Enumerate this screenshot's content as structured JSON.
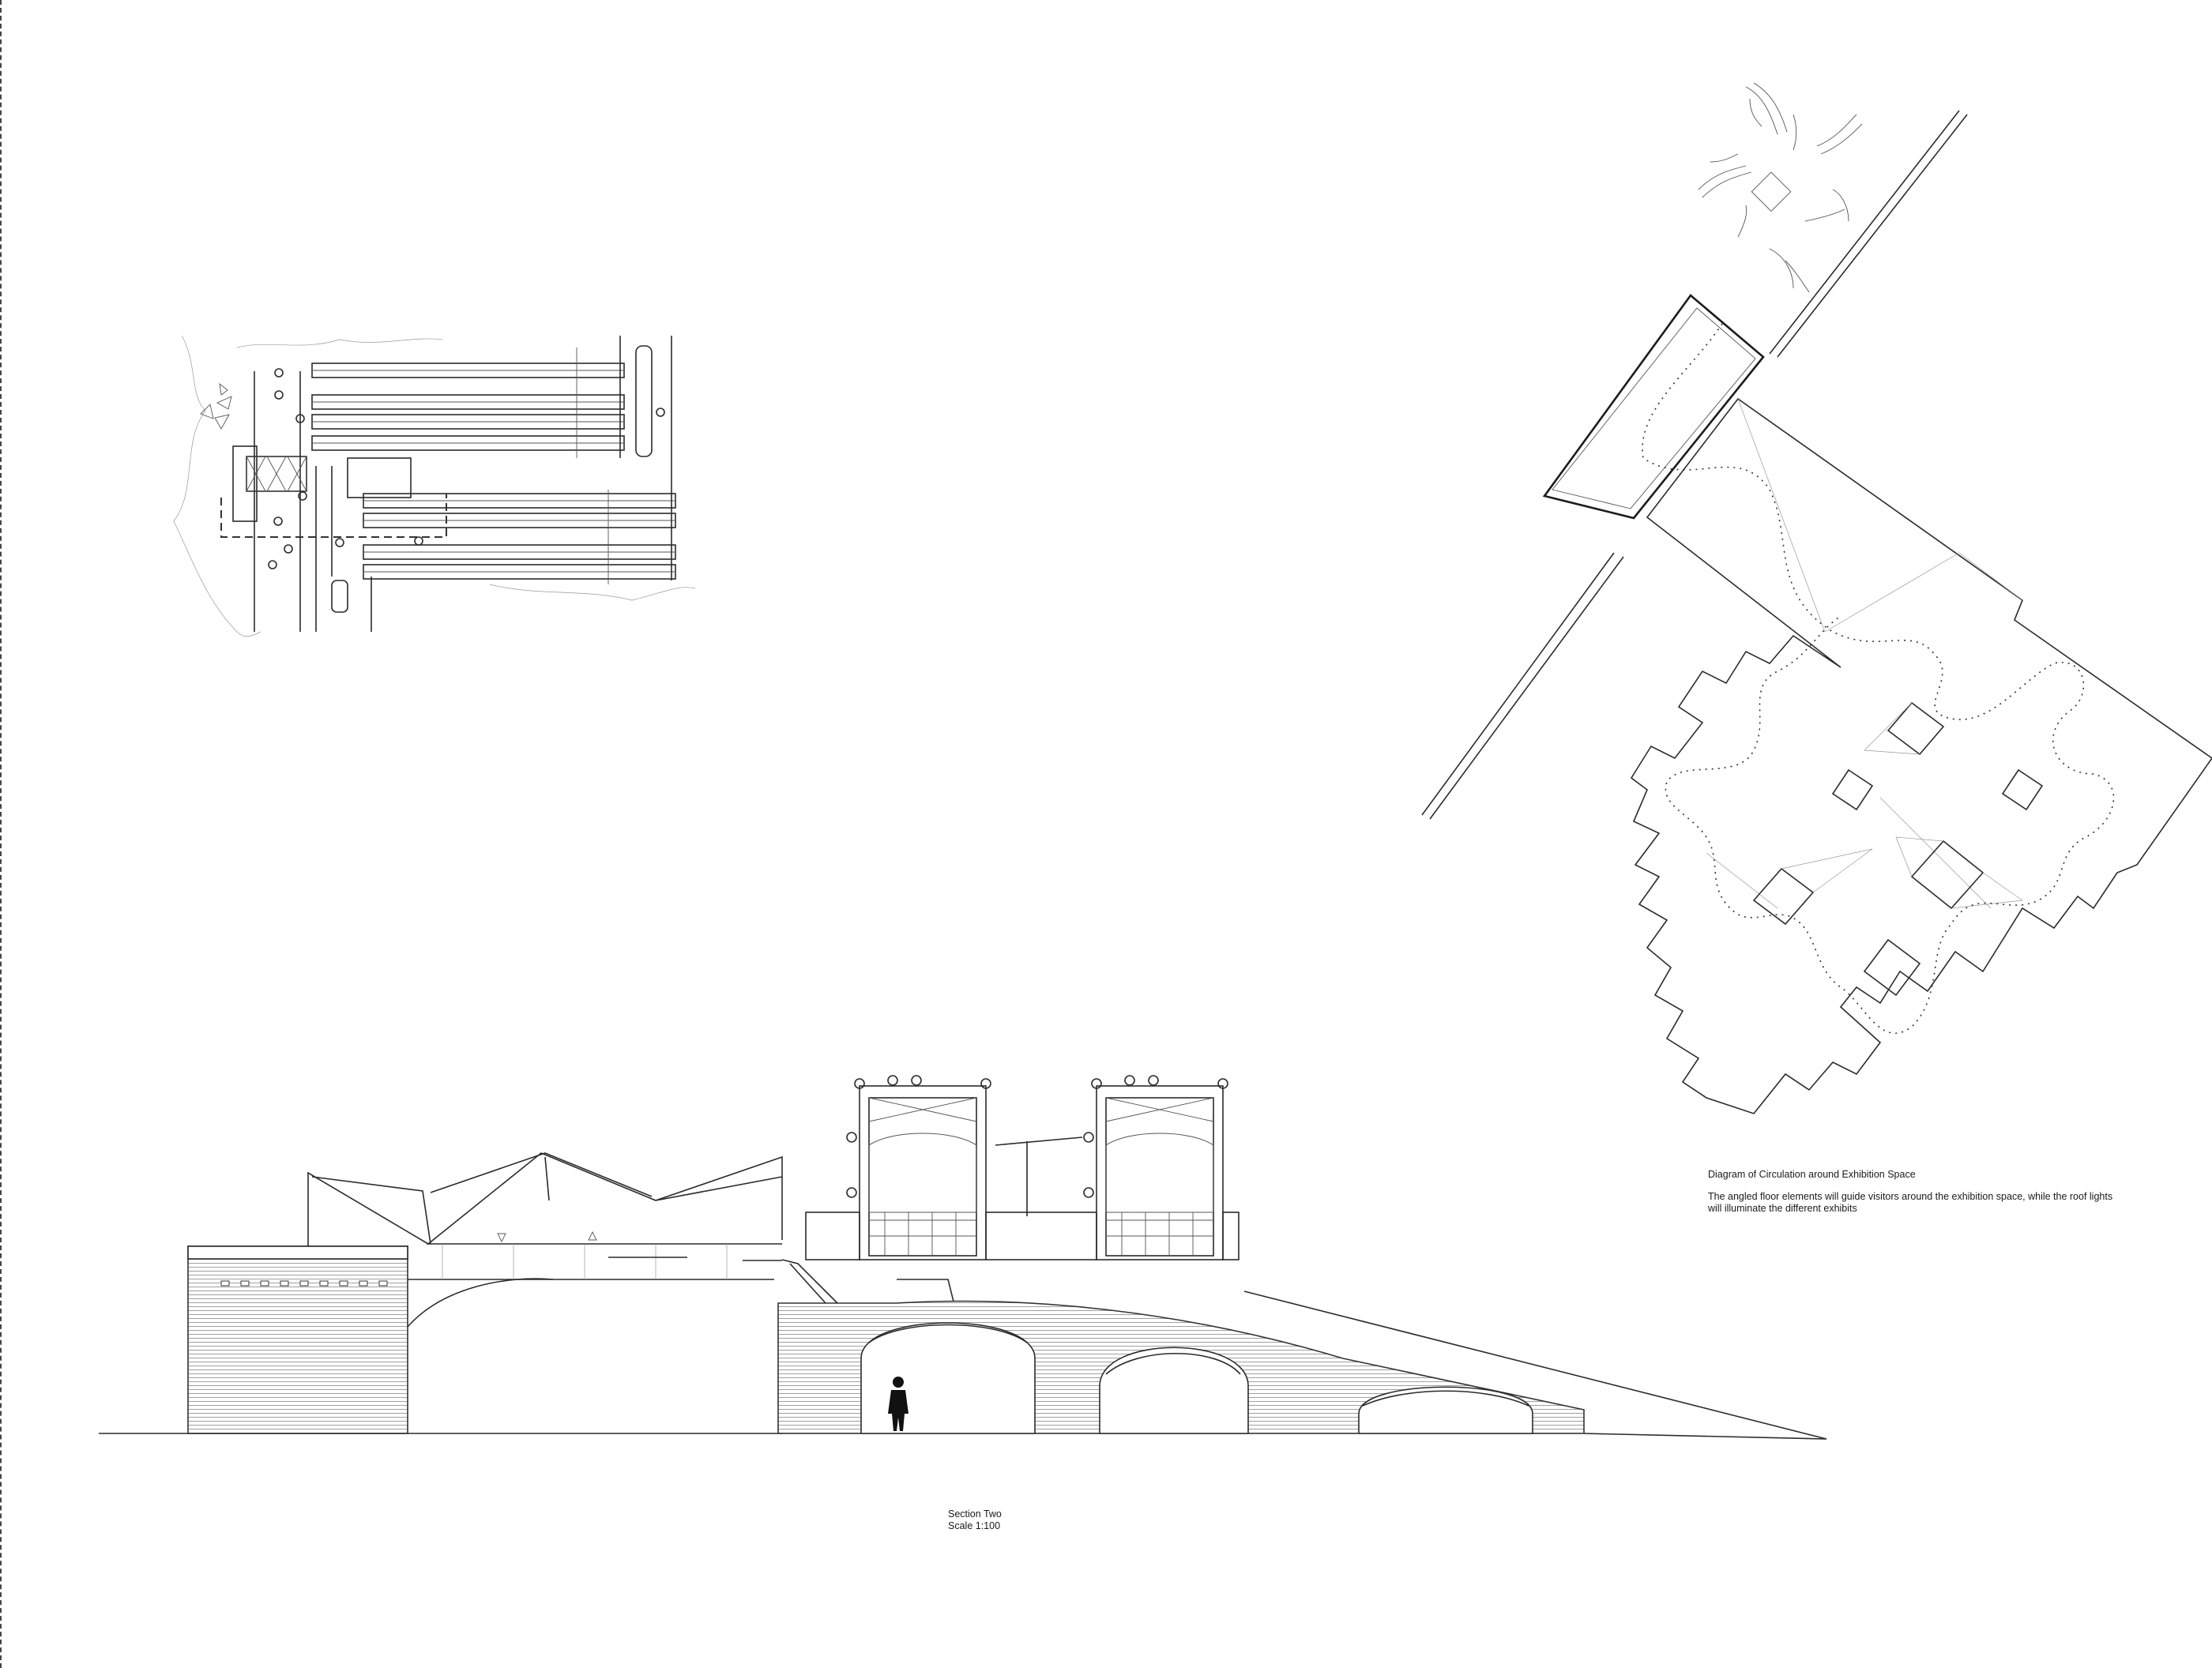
{
  "sheet": {
    "accent_line_color": "#2b2b2b",
    "background": "#ffffff"
  },
  "circulation_diagram": {
    "title": "Diagram of Circulation around Exhibition Space",
    "description": "The angled floor elements will guide visitors around the exhibition space, while the roof lights will illuminate the different exhibits"
  },
  "section": {
    "title": "Section Two",
    "scale": "Scale 1:100"
  },
  "icons": {
    "figure": "human-figure-icon"
  }
}
